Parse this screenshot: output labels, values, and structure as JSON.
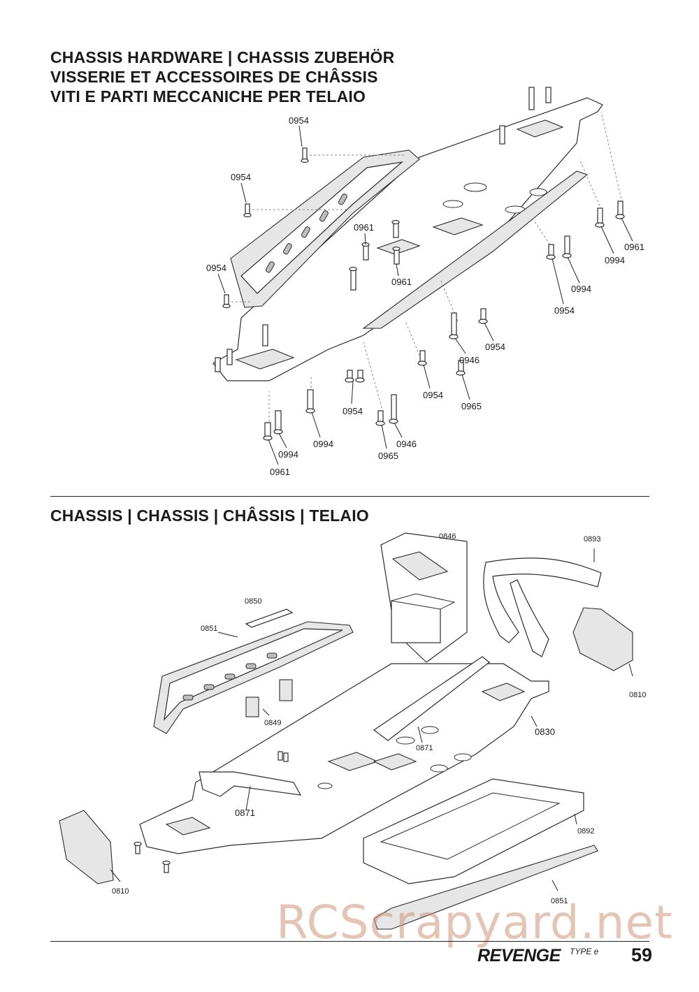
{
  "section1": {
    "heading_lines": [
      "CHASSIS HARDWARE | CHASSIS ZUBEHÖR",
      "VISSERIE ET ACCESSOIRES DE CHÂSSIS",
      "VITI E PARTI MECCANICHE PER TELAIO"
    ],
    "callouts": [
      "0954",
      "0954",
      "0954",
      "0961",
      "0961",
      "0961",
      "0994",
      "0994",
      "0954",
      "0954",
      "0946",
      "0965",
      "0954",
      "0954",
      "0994",
      "0994",
      "0946",
      "0965",
      "0961"
    ]
  },
  "section2": {
    "heading": "CHASSIS | CHASSIS | CHÂSSIS | TELAIO",
    "callouts": [
      "0846",
      "0893",
      "0850",
      "0851",
      "0849",
      "0810",
      "0830",
      "0871",
      "0871",
      "0892",
      "0851",
      "0810"
    ]
  },
  "footer": {
    "watermark": "RCScrapyard.net",
    "brand": "REVENGE",
    "brand_sub": "TYPE e",
    "page_number": "59"
  }
}
